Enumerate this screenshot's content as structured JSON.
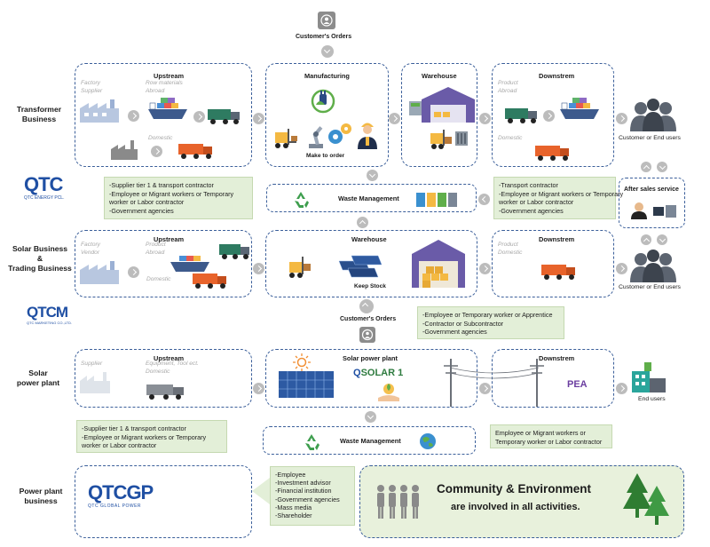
{
  "top": {
    "customers_orders": "Customer's Orders"
  },
  "rows": {
    "transformer": "Transformer\nBusiness",
    "solar_trading": "Solar Business\n&\nTrading Business",
    "solar_plant": "Solar\npower plant",
    "power_plant": "Power plant\nbusiness"
  },
  "transformer": {
    "upstream_title": "Upstream",
    "factory_supplier": "Factory\nSupplier",
    "raw_materials": "Row materials\nAbroad",
    "domestic": "Domestic",
    "manufacturing_title": "Manufacturing",
    "make_to_order": "Make to order",
    "warehouse_title": "Warehouse",
    "downstream_title": "Downstrem",
    "product_abroad": "Product\nAbroad",
    "downstream_domestic": "Domestic",
    "customer_label": "Customer or End users"
  },
  "notes": {
    "note1": [
      "-Supplier tier 1 & transport contractor",
      "-Employee or Migrant workers or Temporary",
      "worker or Labor contractor",
      "-Government agencies"
    ],
    "note2": [
      "-Transport contractor",
      "-Employee or Migrant workers or Temporary",
      "worker or Labor contractor",
      "-Government agencies"
    ],
    "note3": [
      "-Employee or Temporary worker or Apprentice",
      "-Contractor or Subcontractor",
      "-Government agencies"
    ],
    "note4": [
      "-Supplier tier 1 & transport contractor",
      "-Employee or Migrant workers or Temporary",
      "worker or Labor contractor"
    ],
    "note5": [
      "Employee or Migrant workers or",
      "Temporary worker or Labor contractor"
    ],
    "note6": [
      "-Employee",
      "-Investment advisor",
      "-Financial institution",
      "-Government agencies",
      "-Mass media",
      "-Shareholder"
    ]
  },
  "waste": {
    "label1": "Waste Management",
    "label2": "Waste Management"
  },
  "after_sales": {
    "title": "After sales service"
  },
  "logos": {
    "qtc": "QTC",
    "qtc_sub": "QTC ENERGY PCL.",
    "qtcm": "QTCM",
    "qtcm_sub": "QTC MARKETING CO.,LTD.",
    "qtcgp": "QTCGP",
    "qtcgp_sub": "QTC GLOBAL POWER",
    "qsolar": "SOLAR 1",
    "pea": "PEA"
  },
  "solar_trading": {
    "upstream_title": "Upstream",
    "factory_vendor": "Factory\nVendor",
    "product_abroad": "Product\nAbroad",
    "domestic": "Domestic",
    "warehouse_title": "Warehouse",
    "keep_stock": "Keep Stock",
    "downstream_title": "Downstrem",
    "product_domestic": "Product\nDomestic",
    "customer_label": "Customer or End users",
    "customers_orders": "Customer's Orders"
  },
  "solar_plant": {
    "upstream_title": "Upstream",
    "supplier": "Supplier",
    "equipment": "Equipment, Tool ect.\nDomestic",
    "plant_title": "Solar power plant",
    "downstream_title": "Downstrem",
    "end_users": "End users"
  },
  "community": {
    "line1": "Community & Environment",
    "line2": "are involved in all activities."
  },
  "colors": {
    "dash": "#3b5f9a",
    "note_bg": "#e3efd8",
    "truck_orange": "#e8632b",
    "arrow_gray": "#bcbcbc",
    "tree_green": "#2f7d32"
  }
}
